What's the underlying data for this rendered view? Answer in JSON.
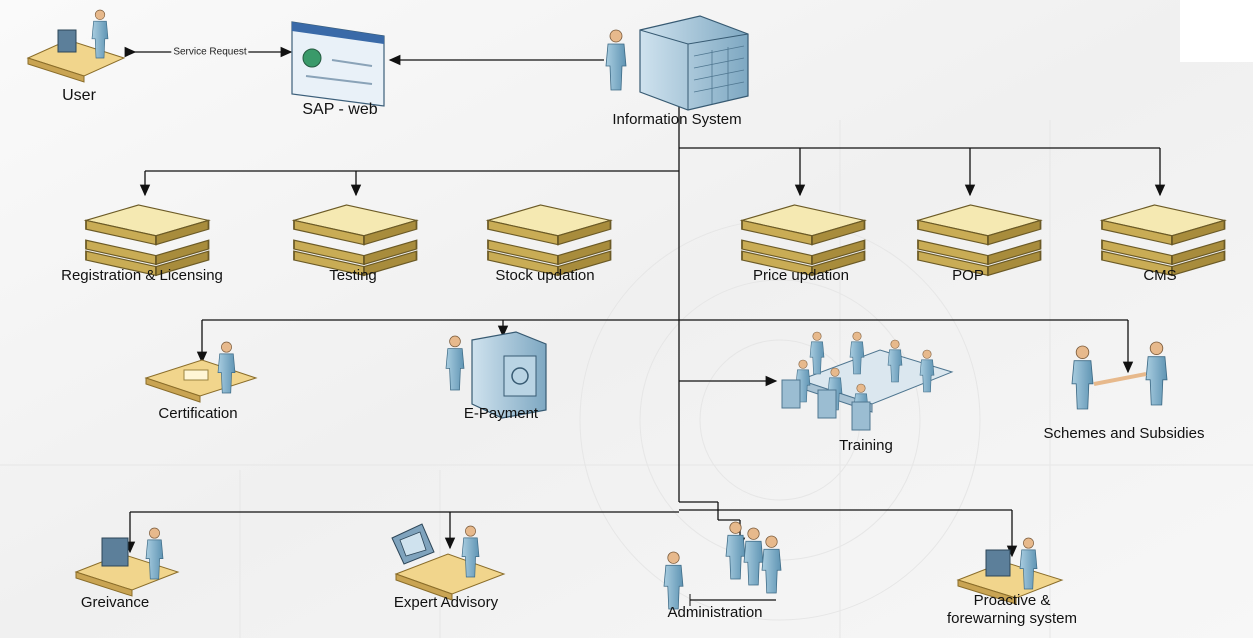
{
  "diagram": {
    "edge_label": "Service Request",
    "nodes": {
      "user": "User",
      "sap_web": "SAP - web",
      "information_system": "Information System",
      "registration": "Registration & Licensing",
      "testing": "Testing",
      "stock": "Stock updation",
      "price": "Price updation",
      "pop": "POP",
      "cms": "CMS",
      "certification": "Certification",
      "epayment": "E-Payment",
      "training": "Training",
      "schemes": "Schemes and Subsidies",
      "greivance": "Greivance",
      "expert": "Expert Advisory",
      "administration": "Administration",
      "proactive_1": "Proactive &",
      "proactive_2": "forewarning system"
    }
  }
}
